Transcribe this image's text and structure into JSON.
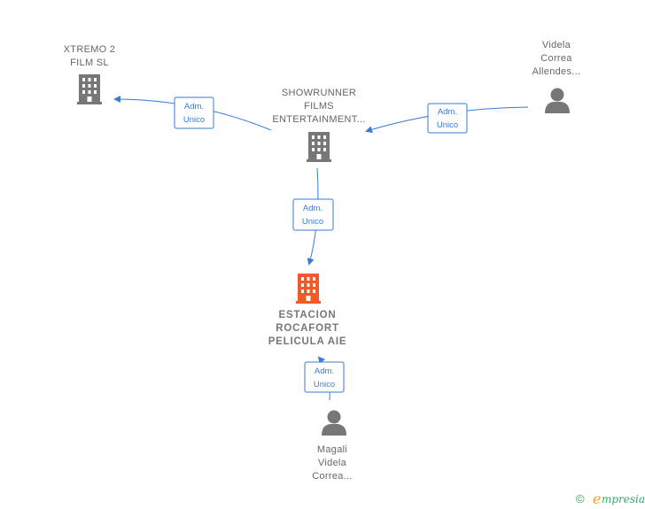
{
  "nodes": {
    "xtremo": {
      "type": "company",
      "lines": [
        "XTREMO 2",
        "FILM  SL"
      ]
    },
    "showrunner": {
      "type": "company",
      "lines": [
        "SHOWRUNNER",
        "FILMS",
        "ENTERTAINMENT..."
      ]
    },
    "videla": {
      "type": "person",
      "lines": [
        "Videla",
        "Correa",
        "Allendes..."
      ]
    },
    "estacion": {
      "type": "company",
      "highlight": true,
      "lines": [
        "ESTACION",
        "ROCAFORT",
        "PELICULA  AIE"
      ]
    },
    "magali": {
      "type": "person",
      "lines": [
        "Magali",
        "Videla",
        "Correa..."
      ]
    }
  },
  "edges": [
    {
      "from": "showrunner",
      "to": "xtremo",
      "label": [
        "Adm.",
        "Unico"
      ]
    },
    {
      "from": "videla",
      "to": "showrunner",
      "label": [
        "Adm.",
        "Unico"
      ]
    },
    {
      "from": "showrunner",
      "to": "estacion",
      "label": [
        "Adm.",
        "Unico"
      ]
    },
    {
      "from": "magali",
      "to": "estacion",
      "label": [
        "Adm.",
        "Unico"
      ]
    }
  ],
  "colors": {
    "company": "#777777",
    "highlight": "#f05a28",
    "person": "#777777",
    "edge": "#3a7bd5"
  },
  "icons": {
    "company": "building-icon",
    "person": "person-icon"
  },
  "brand": {
    "symbol": "©",
    "initial": "e",
    "rest": "mpresia"
  }
}
